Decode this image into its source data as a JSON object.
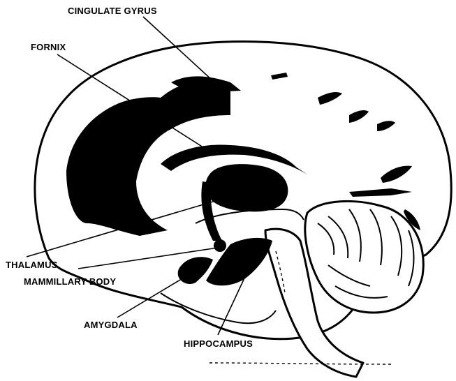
{
  "labels": {
    "cingulate_gyrus": "CINGULATE GYRUS",
    "fornix": "FORNIX",
    "thalamus": "THALAMUS",
    "mammillary_body": "MAMMILLARY BODY",
    "amygdala": "AMYGDALA",
    "hippocampus": "HIPPOCAMPUS"
  }
}
